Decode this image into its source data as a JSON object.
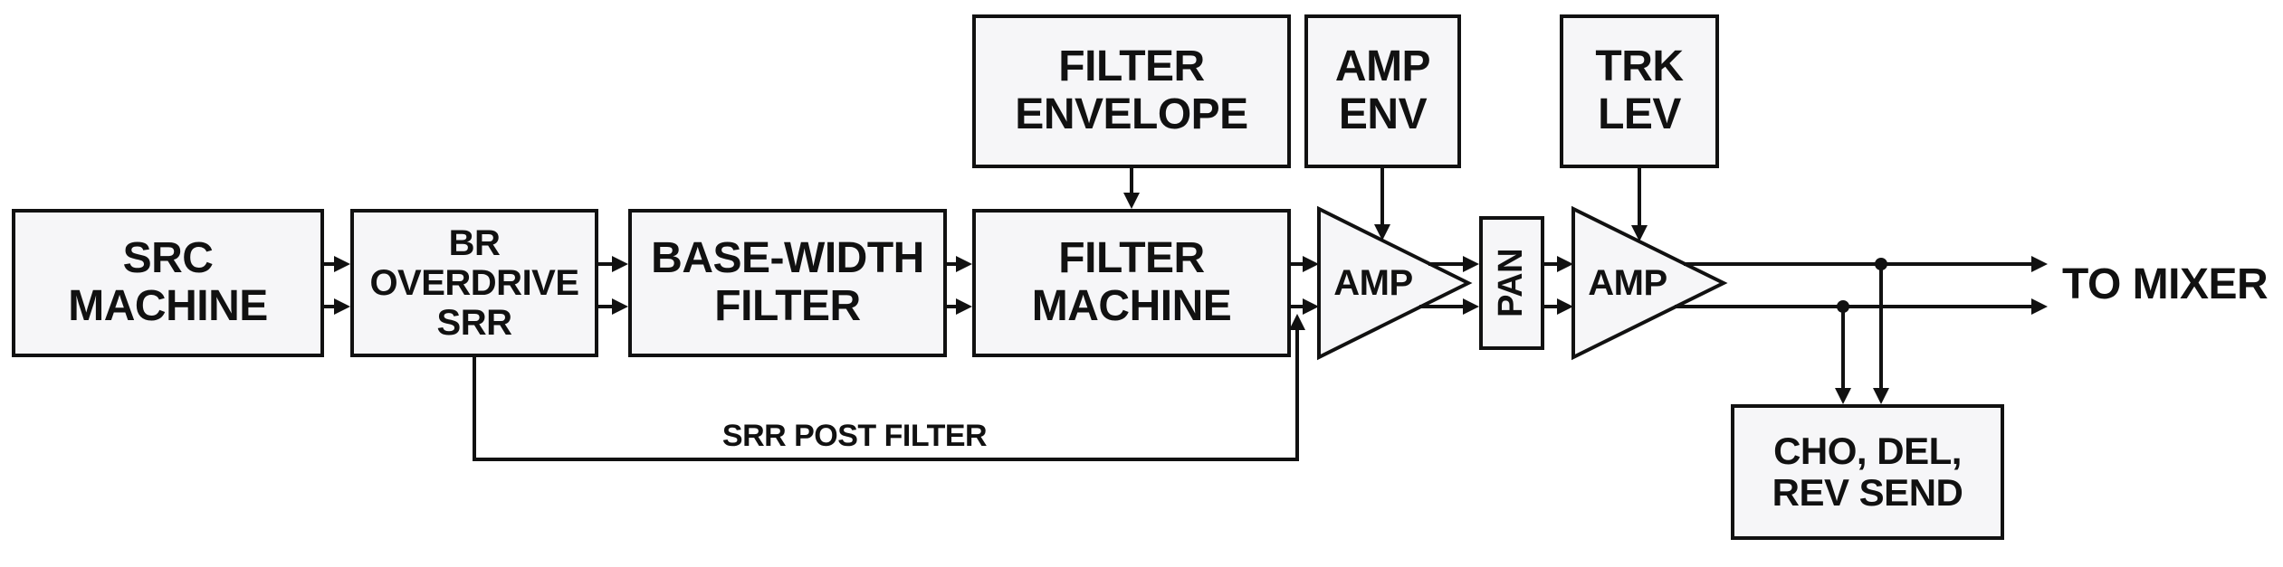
{
  "diagram": {
    "nodes": {
      "src_machine": "SRC\nMACHINE",
      "br_overdrive_srr": "BR\nOVERDRIVE\nSRR",
      "base_width_filter": "BASE-WIDTH\nFILTER",
      "filter_machine": "FILTER\nMACHINE",
      "filter_envelope": "FILTER\nENVELOPE",
      "amp_env": "AMP\nENV",
      "trk_lev": "TRK\nLEV",
      "pan": "PAN",
      "amp1": "AMP",
      "amp2": "AMP",
      "cho_del_rev_send": "CHO, DEL,\nREV SEND"
    },
    "annotations": {
      "srr_post_filter": "SRR POST FILTER",
      "to_mixer": "TO MIXER"
    },
    "edges": [
      {
        "from": "SRC MACHINE",
        "to": "BR OVERDRIVE SRR",
        "type": "stereo-arrow"
      },
      {
        "from": "BR OVERDRIVE SRR",
        "to": "BASE-WIDTH FILTER",
        "type": "stereo-arrow"
      },
      {
        "from": "BASE-WIDTH FILTER",
        "to": "FILTER MACHINE",
        "type": "stereo-arrow"
      },
      {
        "from": "FILTER MACHINE",
        "to": "AMP",
        "type": "stereo-arrow"
      },
      {
        "from": "FILTER ENVELOPE",
        "to": "FILTER MACHINE",
        "type": "control-arrow"
      },
      {
        "from": "AMP ENV",
        "to": "AMP",
        "type": "control-arrow"
      },
      {
        "from": "AMP",
        "to": "PAN",
        "type": "stereo-arrow"
      },
      {
        "from": "PAN",
        "to": "AMP (2)",
        "type": "stereo-arrow"
      },
      {
        "from": "TRK LEV",
        "to": "AMP (2)",
        "type": "control-arrow"
      },
      {
        "from": "AMP (2)",
        "to": "TO MIXER",
        "type": "stereo-arrow"
      },
      {
        "from": "AMP (2) output taps",
        "to": "CHO, DEL, REV SEND",
        "type": "send-arrows"
      },
      {
        "from": "BR OVERDRIVE SRR",
        "to": "signal path after FILTER MACHINE",
        "label": "SRR POST FILTER",
        "type": "bypass-arrow"
      }
    ],
    "colors": {
      "line": "#111111",
      "box_border": "#111111",
      "box_fill": "#f6f6f8",
      "background": "#ffffff",
      "text": "#111111"
    }
  }
}
